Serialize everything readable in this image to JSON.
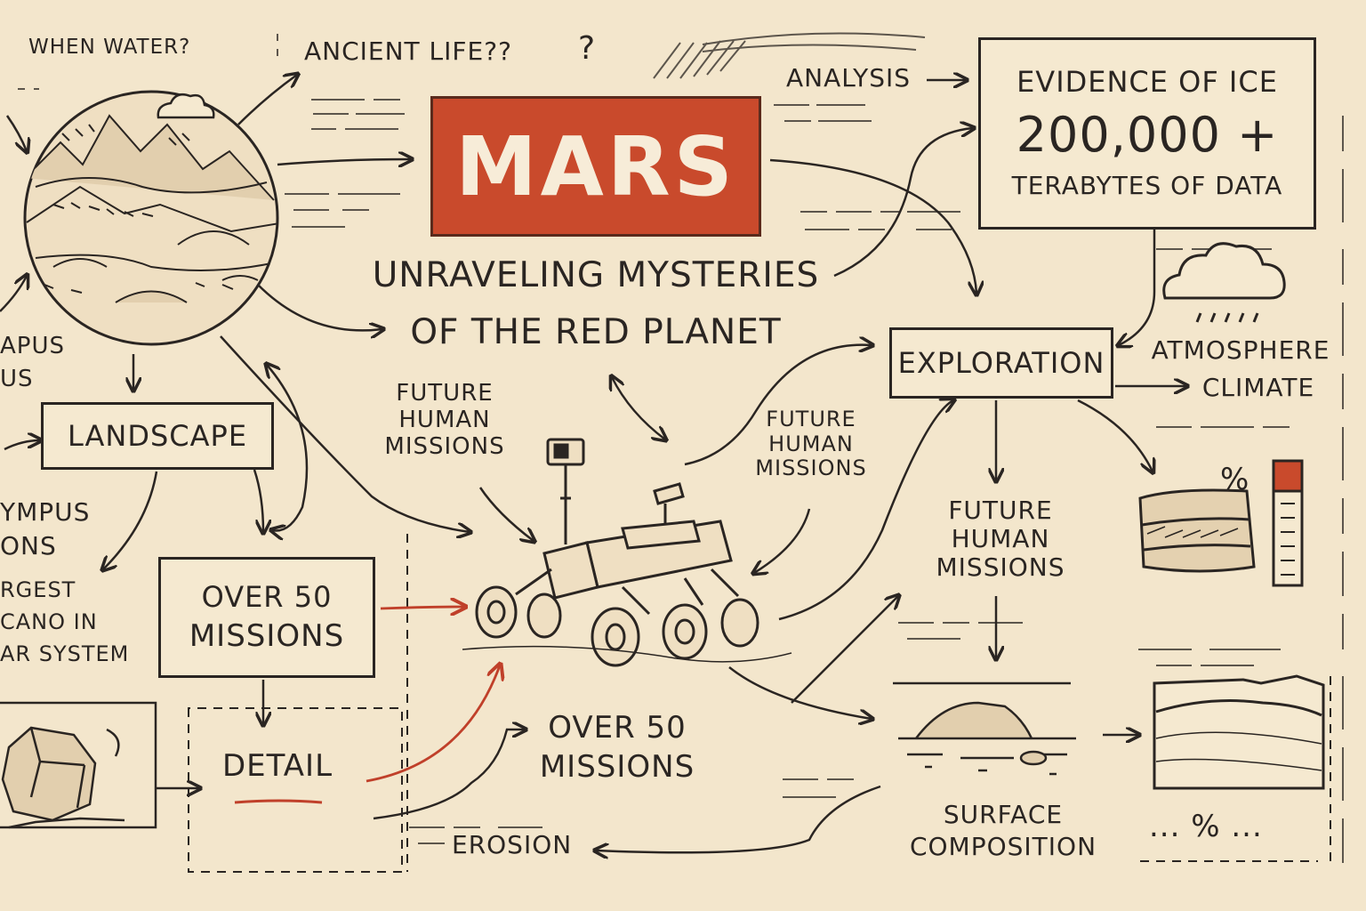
{
  "title": "MARS",
  "subtitle": [
    "UNRAVELING MYSTERIES",
    "OF THE RED PLANET"
  ],
  "questions": {
    "when_water": "WHEN WATER?",
    "ancient_life": "ANCIENT LIFE??",
    "question_mark": "?"
  },
  "analysis": "ANALYSIS",
  "evidence_box": {
    "line1": "EVIDENCE OF ICE",
    "line2": "200,000 +",
    "line3": "TERABYTES OF DATA"
  },
  "exploration": "EXPLORATION",
  "atmosphere": [
    "ATMOSPHERE",
    "CLIMATE"
  ],
  "landscape": "LANDSCAPE",
  "left_partial": {
    "tharsis": [
      "APUS",
      "US"
    ],
    "olympus": [
      "YMPUS",
      "ONS"
    ],
    "volcano": [
      "RGEST",
      "CANO IN",
      "AR SYSTEM"
    ]
  },
  "missions_box": [
    "OVER 50",
    "MISSIONS"
  ],
  "detail": "DETAIL",
  "future_missions_1": [
    "FUTURE",
    "HUMAN",
    "MISSIONS"
  ],
  "future_missions_2": [
    "FUTURE",
    "HUMAN",
    "MISSIONS"
  ],
  "future_missions_3": [
    "FUTURE",
    "HUMAN",
    "MISSIONS"
  ],
  "missions_text": [
    "OVER 50",
    "MISSIONS"
  ],
  "erosion": "EROSION",
  "surface": [
    "SURFACE",
    "COMPOSITION"
  ],
  "percent_small": "%",
  "dots_percent": "... % ...",
  "colors": {
    "ink": "#2a2522",
    "accent_red": "#c94a2c",
    "paper": "#f3e6cc"
  }
}
